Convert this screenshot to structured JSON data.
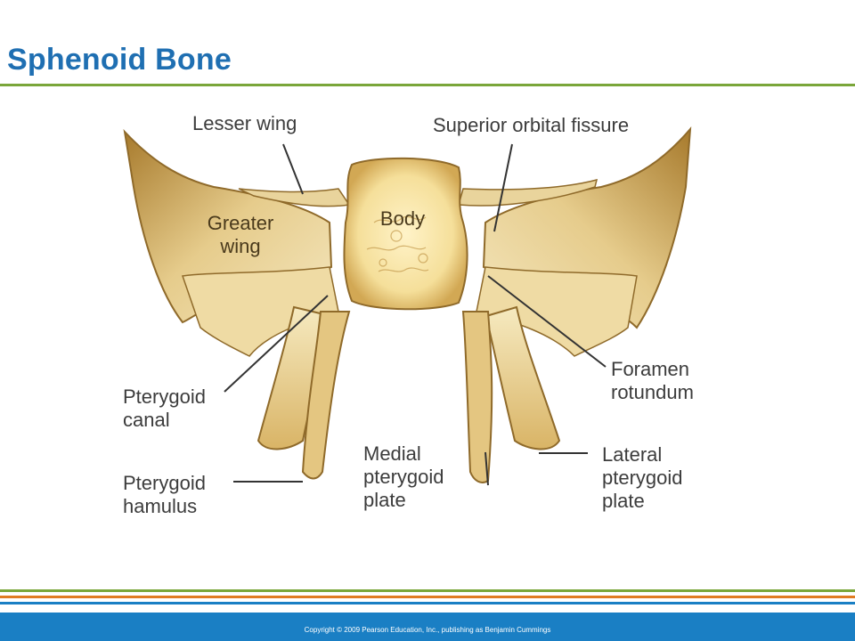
{
  "slide": {
    "title": "Sphenoid Bone",
    "copyright": "Copyright © 2009 Pearson Education, Inc., publishing as Benjamin Cummings"
  },
  "labels": {
    "lesser_wing": "Lesser wing",
    "superior_orbital_fissure": "Superior orbital fissure",
    "greater_wing_1": "Greater",
    "greater_wing_2": "wing",
    "body": "Body",
    "foramen_rotundum_1": "Foramen",
    "foramen_rotundum_2": "rotundum",
    "pterygoid_canal_1": "Pterygoid",
    "pterygoid_canal_2": "canal",
    "pterygoid_hamulus_1": "Pterygoid",
    "pterygoid_hamulus_2": "hamulus",
    "medial_plate_1": "Medial",
    "medial_plate_2": "pterygoid",
    "medial_plate_3": "plate",
    "lateral_plate_1": "Lateral",
    "lateral_plate_2": "pterygoid",
    "lateral_plate_3": "plate"
  },
  "colors": {
    "title": "#1f6fb2",
    "rule": "#7aa63a",
    "footer_bar": "#1a7fc4",
    "footer_lines": [
      "#7aa63a",
      "#e07b22",
      "#1a7fc4"
    ],
    "bone_light": "#f3e4ad",
    "bone_mid": "#dcb96a",
    "bone_dark": "#9c7430"
  }
}
